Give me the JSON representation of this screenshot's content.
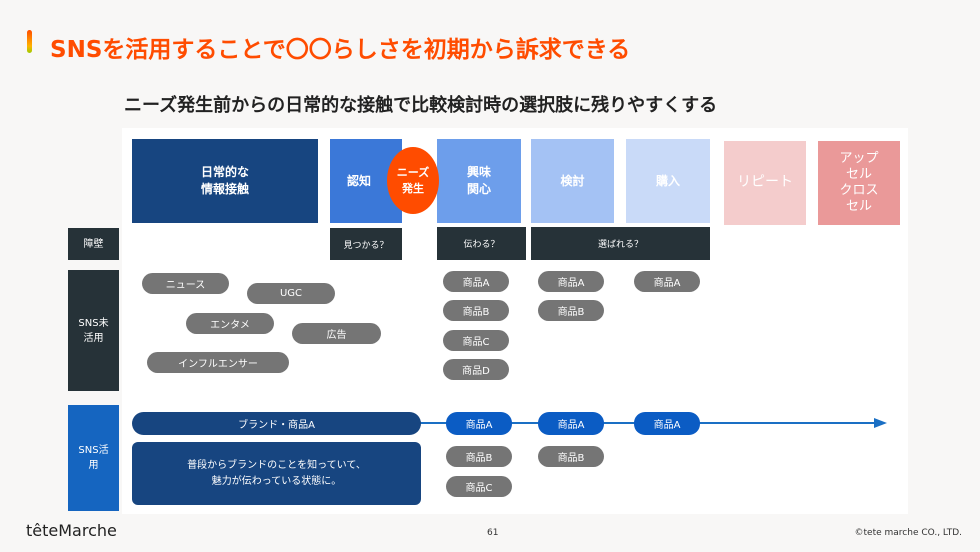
{
  "title": "SNSを活用することで〇〇らしさを初期から訴求できる",
  "subtitle": "ニーズ発生前からの日常的な接触で比較検討時の選択肢に残りやすくする",
  "stages": {
    "daily": "日常的な\n情報接触",
    "ninchi": "認知",
    "needs": "ニーズ\n発生",
    "kyomi": "興味\n関心",
    "kento": "検討",
    "konyu": "購入",
    "repeat": "リピート",
    "upsell": "アップ\nセル\nクロス\nセル"
  },
  "barriers": {
    "label": "障壁",
    "find": "見つかる？",
    "convey": "伝わる？",
    "chosen": "選ばれる？"
  },
  "no_sns": {
    "label": "SNS未\n活用",
    "channels": [
      "ニュース",
      "UGC",
      "エンタメ",
      "広告",
      "インフルエンサー"
    ],
    "kyomi": [
      "商品A",
      "商品B",
      "商品C",
      "商品D"
    ],
    "kento": [
      "商品A",
      "商品B"
    ],
    "konyu": [
      "商品A"
    ]
  },
  "sns": {
    "label": "SNS活\n用",
    "bar": "ブランド・商品A",
    "desc": "普段からブランドのことを知っていて、\n魅力が伝わっている状態に。",
    "kyomi": [
      "商品A",
      "商品B",
      "商品C"
    ],
    "kento": [
      "商品A",
      "商品B"
    ],
    "konyu": [
      "商品A"
    ]
  },
  "footer": {
    "logo": "têteMarche",
    "page": "61",
    "copyright": "©tete marche CO., LTD."
  },
  "colors": {
    "title": "#ff4c00",
    "navy": "#174580"
  }
}
